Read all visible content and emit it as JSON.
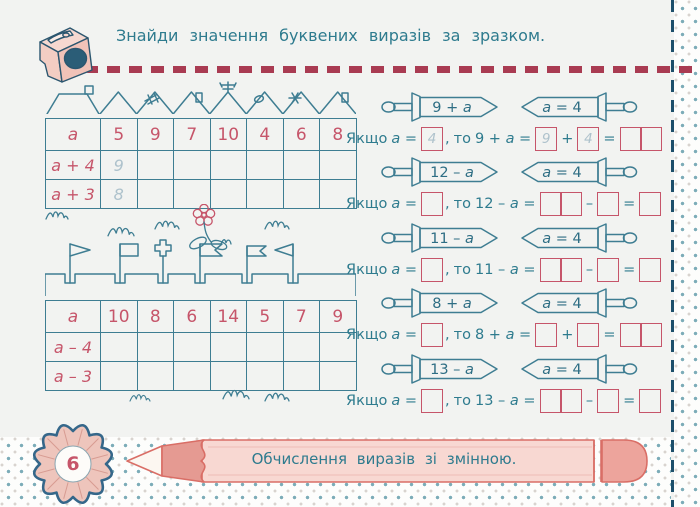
{
  "page": {
    "title": "Знайди значення буквених виразів за зразком.",
    "page_number": "6",
    "footer_banner": "Обчислення виразів зі змінною."
  },
  "colors": {
    "teal_line": "#3e7d92",
    "title_teal": "#2e7b8e",
    "accent_red": "#c6556a",
    "divider_red": "#a93b52",
    "margin_navy": "#1d4f6b",
    "pencil_body_pink": "#f8d8d2",
    "pencil_collar_pink": "#e59a92",
    "badge_pink": "#eec5bc",
    "traced_gray": "#aec2cc",
    "dot_teal": "#7cacb8"
  },
  "icons": {
    "sharpener": "sharpener-icon",
    "houses_roof": "house-roofs-icon",
    "castle_flags": "castle-flags-icon",
    "grass": "grass-icon",
    "flower": "flower-icon",
    "sword": "sword-banner-icon",
    "pencil": "pencil-banner-icon",
    "badge": "pencil-shaving-badge-icon"
  },
  "tables": [
    {
      "name": "houses",
      "header": [
        "a",
        "5",
        "9",
        "7",
        "10",
        "4",
        "6",
        "8"
      ],
      "rows": [
        {
          "label": "a + 4",
          "cells": [
            "9",
            "",
            "",
            "",
            "",
            "",
            ""
          ]
        },
        {
          "label": "a + 3",
          "cells": [
            "8",
            "",
            "",
            "",
            "",
            "",
            ""
          ]
        }
      ]
    },
    {
      "name": "castle",
      "header": [
        "a",
        "10",
        "8",
        "6",
        "14",
        "5",
        "7",
        "9"
      ],
      "rows": [
        {
          "label": "a – 4",
          "cells": [
            "",
            "",
            "",
            "",
            "",
            "",
            ""
          ]
        },
        {
          "label": "a – 3",
          "cells": [
            "",
            "",
            "",
            "",
            "",
            "",
            ""
          ]
        }
      ]
    }
  ],
  "worksheet": {
    "if_word": "Якщо",
    "then_word": "то",
    "variable": "a",
    "problems": [
      {
        "expression": "9 + a",
        "condition": "a = 4",
        "if_value": "4",
        "steps": [
          {
            "type": "box",
            "value": "9"
          },
          {
            "type": "sym",
            "value": "+"
          },
          {
            "type": "box",
            "value": "4"
          },
          {
            "type": "sym",
            "value": "="
          },
          {
            "type": "wide",
            "value": ""
          }
        ]
      },
      {
        "expression": "12 – a",
        "condition": "a = 4",
        "if_value": "",
        "steps": [
          {
            "type": "wide",
            "value": ""
          },
          {
            "type": "sym",
            "value": "–"
          },
          {
            "type": "box",
            "value": ""
          },
          {
            "type": "sym",
            "value": "="
          },
          {
            "type": "box",
            "value": ""
          }
        ]
      },
      {
        "expression": "11 – a",
        "condition": "a = 4",
        "if_value": "",
        "steps": [
          {
            "type": "wide",
            "value": ""
          },
          {
            "type": "sym",
            "value": "–"
          },
          {
            "type": "box",
            "value": ""
          },
          {
            "type": "sym",
            "value": "="
          },
          {
            "type": "box",
            "value": ""
          }
        ]
      },
      {
        "expression": "8 + a",
        "condition": "a = 4",
        "if_value": "",
        "steps": [
          {
            "type": "box",
            "value": ""
          },
          {
            "type": "sym",
            "value": "+"
          },
          {
            "type": "box",
            "value": ""
          },
          {
            "type": "sym",
            "value": "="
          },
          {
            "type": "wide",
            "value": ""
          }
        ]
      },
      {
        "expression": "13 – a",
        "condition": "a = 4",
        "if_value": "",
        "steps": [
          {
            "type": "wide",
            "value": ""
          },
          {
            "type": "sym",
            "value": "–"
          },
          {
            "type": "box",
            "value": ""
          },
          {
            "type": "sym",
            "value": "="
          },
          {
            "type": "box",
            "value": ""
          }
        ]
      }
    ]
  }
}
